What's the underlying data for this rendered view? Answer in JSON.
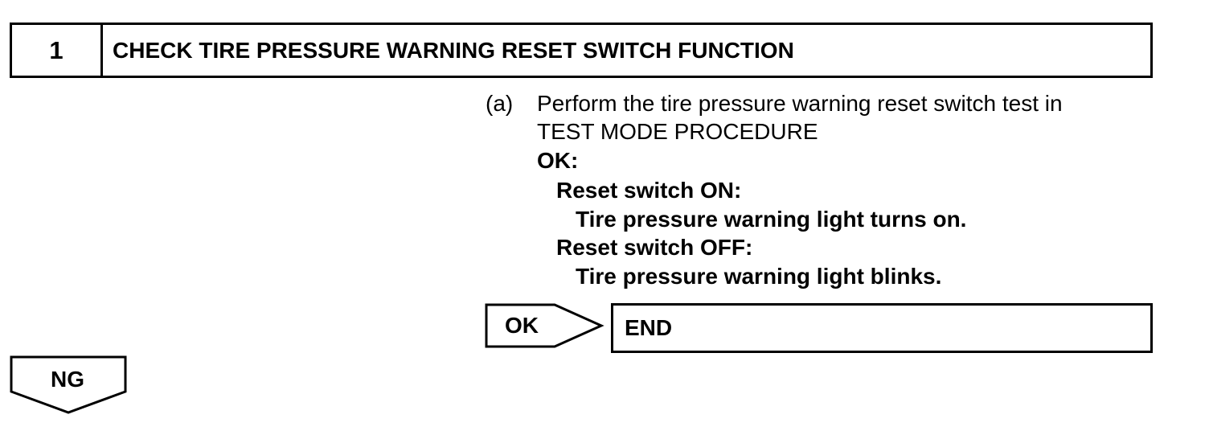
{
  "step": {
    "number": "1",
    "title": "CHECK TIRE PRESSURE WARNING RESET SWITCH FUNCTION"
  },
  "instruction": {
    "marker": "(a)",
    "line1": "Perform the tire pressure warning reset switch test in",
    "line2": "TEST MODE PROCEDURE"
  },
  "criteria": {
    "heading": "OK:",
    "condition1_label": "Reset switch ON:",
    "condition1_result": "Tire pressure warning light turns on.",
    "condition2_label": "Reset switch OFF:",
    "condition2_result": "Tire pressure warning light blinks."
  },
  "flow": {
    "ok_label": "OK",
    "end_label": "END",
    "ng_label": "NG"
  }
}
